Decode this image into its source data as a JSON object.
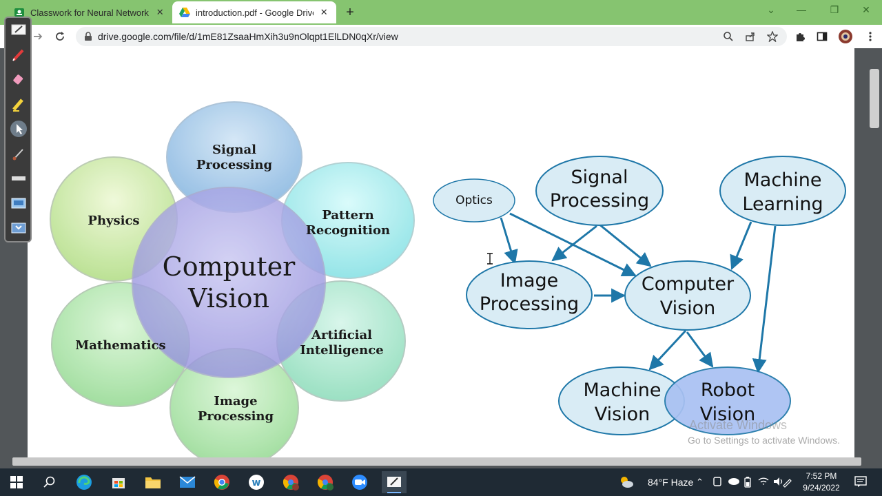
{
  "browser": {
    "tabs": [
      {
        "title": "Classwork for Neural Network an",
        "close": "✕"
      },
      {
        "title": "introduction.pdf - Google Drive",
        "close": "✕"
      }
    ],
    "new_tab": "+",
    "url": "drive.google.com/file/d/1mE81ZsaaHmXih3u9nOlqpt1ElLDN0qXr/view"
  },
  "left_diagram": {
    "center": [
      "Computer",
      "Vision"
    ],
    "circles": [
      {
        "lines": [
          "Signal",
          "Processing"
        ]
      },
      {
        "lines": [
          "Pattern",
          "Recognition"
        ]
      },
      {
        "lines": [
          "Artificial",
          "Intelligence"
        ]
      },
      {
        "lines": [
          "Image",
          "Processing"
        ]
      },
      {
        "lines": [
          "Mathematics"
        ]
      },
      {
        "lines": [
          "Physics"
        ]
      }
    ]
  },
  "right_diagram": {
    "nodes": {
      "optics": [
        "Optics"
      ],
      "signal": [
        "Signal",
        "Processing"
      ],
      "ml": [
        "Machine",
        "Learning"
      ],
      "image": [
        "Image",
        "Processing"
      ],
      "cv": [
        "Computer",
        "Vision"
      ],
      "mv": [
        "Machine",
        "Vision"
      ],
      "rv": [
        "Robot",
        "Vision"
      ]
    }
  },
  "watermark": {
    "title": "Activate Windows",
    "subtitle": "Go to Settings to activate Windows."
  },
  "taskbar": {
    "weather": "84°F  Haze",
    "time": "7:52 PM",
    "date": "9/24/2022"
  },
  "colors": {
    "tabstrip": "#86c470",
    "arrow": "#1e77a8",
    "node_fill": "#d9ecf5",
    "robot_fill": "#a9c1f2"
  }
}
